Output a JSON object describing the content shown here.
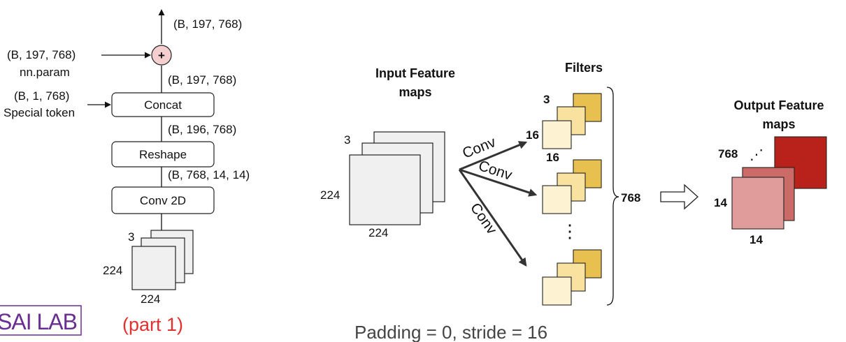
{
  "pipeline": {
    "output_shape": "(B, 197, 768)",
    "pos_embed_shape": "(B, 197, 768)",
    "pos_embed_name": "nn.param",
    "add_symbol": "+",
    "concat_out_shape": "(B, 197, 768)",
    "token_shape": "(B, 1, 768)",
    "token_name": "Special token",
    "concat_label": "Concat",
    "reshape_out_shape": "(B, 196, 768)",
    "reshape_label": "Reshape",
    "conv_out_shape": "(B, 768, 14, 14)",
    "conv_label": "Conv 2D",
    "input_channels": "3",
    "input_height": "224",
    "input_width": "224"
  },
  "logo": {
    "text": "SAI LAB",
    "color": "#6a2d91"
  },
  "part_label": {
    "text": "(part 1)",
    "color": "#e0322e"
  },
  "detail": {
    "input_title_line1": "Input Feature",
    "input_title_line2": "maps",
    "input_channels": "3",
    "input_height": "224",
    "input_width": "224",
    "conv_labels": [
      "Conv",
      "Conv",
      "Conv"
    ],
    "filters_title": "Filters",
    "filter_channels": "3",
    "filter_height": "16",
    "filter_width": "16",
    "ellipsis": "⋮",
    "filter_count": "768",
    "output_title_line1": "Output Feature",
    "output_title_line2": "maps",
    "output_channels": "768",
    "output_dots": "⋰",
    "output_height": "14",
    "output_width": "14",
    "caption": "Padding = 0, stride = 16"
  },
  "colors": {
    "filter_front": "#fdf3d2",
    "filter_mid": "#f9e2a0",
    "filter_back": "#e8c04f",
    "output_front": "#e09c9a",
    "output_mid": "#cc6a67",
    "output_back": "#b8221b",
    "add_circle": "#f5cfcf"
  }
}
